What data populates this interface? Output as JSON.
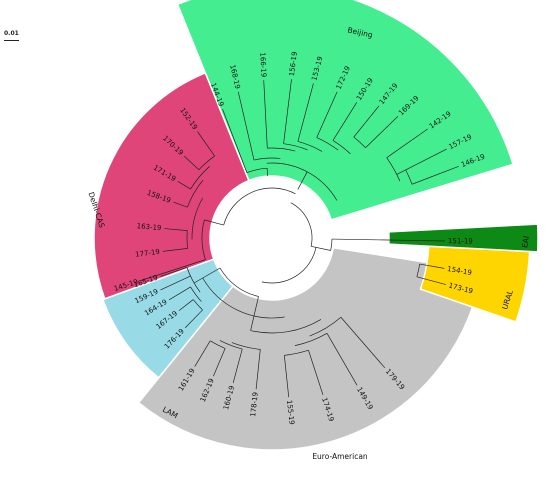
{
  "scale": {
    "label": "0.01"
  },
  "clades": [
    {
      "name": "Beijing",
      "color": "#44ee90"
    },
    {
      "name": "Delhi-CAS",
      "color": "#e0457a"
    },
    {
      "name": "LAM",
      "color": "#98dbe6"
    },
    {
      "name": "Euro-American",
      "color": "#c4c4c4"
    },
    {
      "name": "URAL",
      "color": "#ffd500"
    },
    {
      "name": "EAI",
      "color": "#0d8a16"
    }
  ],
  "leaves": [
    {
      "label": "146-19"
    },
    {
      "label": "157-19"
    },
    {
      "label": "142-19"
    },
    {
      "label": "169-19"
    },
    {
      "label": "147-19"
    },
    {
      "label": "150-19"
    },
    {
      "label": "172-19"
    },
    {
      "label": "153-19"
    },
    {
      "label": "156-19"
    },
    {
      "label": "166-19"
    },
    {
      "label": "168-19"
    },
    {
      "label": "144-19"
    },
    {
      "label": "152-19"
    },
    {
      "label": "170-19"
    },
    {
      "label": "171-19"
    },
    {
      "label": "158-19"
    },
    {
      "label": "163-19"
    },
    {
      "label": "177-19"
    },
    {
      "label": "145-19"
    },
    {
      "label": "176-19"
    },
    {
      "label": "167-19"
    },
    {
      "label": "164-19"
    },
    {
      "label": "159-19"
    },
    {
      "label": "165-19"
    },
    {
      "label": "161-19"
    },
    {
      "label": "162-19"
    },
    {
      "label": "160-19"
    },
    {
      "label": "178-19"
    },
    {
      "label": "155-19"
    },
    {
      "label": "174-19"
    },
    {
      "label": "149-19"
    },
    {
      "label": "179-19"
    },
    {
      "label": "154-19"
    },
    {
      "label": "173-19"
    },
    {
      "label": "151-19"
    }
  ]
}
